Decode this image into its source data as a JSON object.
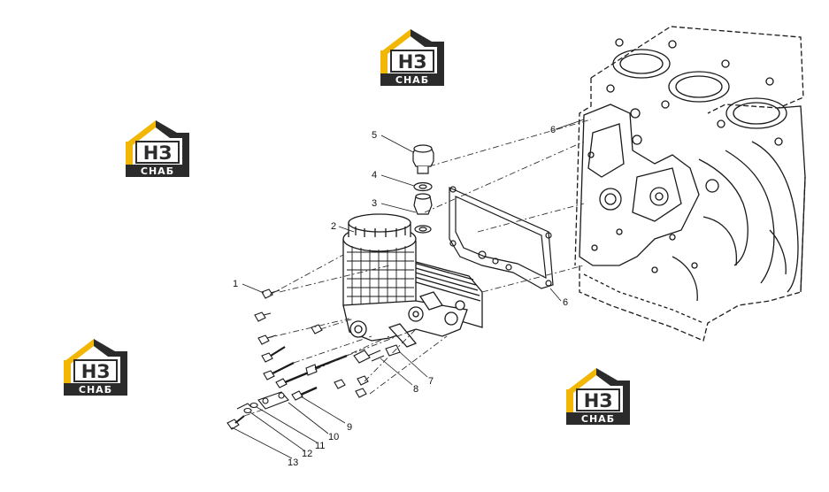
{
  "watermark": {
    "logo_letters": "НЗ",
    "logo_word": "СНАБ",
    "colors": {
      "roof": "#f2b705",
      "dark": "#2b2b2b",
      "box": "#ffffff"
    }
  },
  "callouts": [
    {
      "id": "1",
      "label": "1"
    },
    {
      "id": "2",
      "label": "2"
    },
    {
      "id": "3",
      "label": "3"
    },
    {
      "id": "4",
      "label": "4"
    },
    {
      "id": "5",
      "label": "5"
    },
    {
      "id": "6a",
      "label": "6"
    },
    {
      "id": "6b",
      "label": "6"
    },
    {
      "id": "7",
      "label": "7"
    },
    {
      "id": "8",
      "label": "8"
    },
    {
      "id": "9",
      "label": "9"
    },
    {
      "id": "10",
      "label": "10"
    },
    {
      "id": "11",
      "label": "11"
    },
    {
      "id": "12",
      "label": "12"
    },
    {
      "id": "13",
      "label": "13"
    }
  ],
  "colors": {
    "line": "#1a1a1a",
    "dash": "#333333"
  }
}
